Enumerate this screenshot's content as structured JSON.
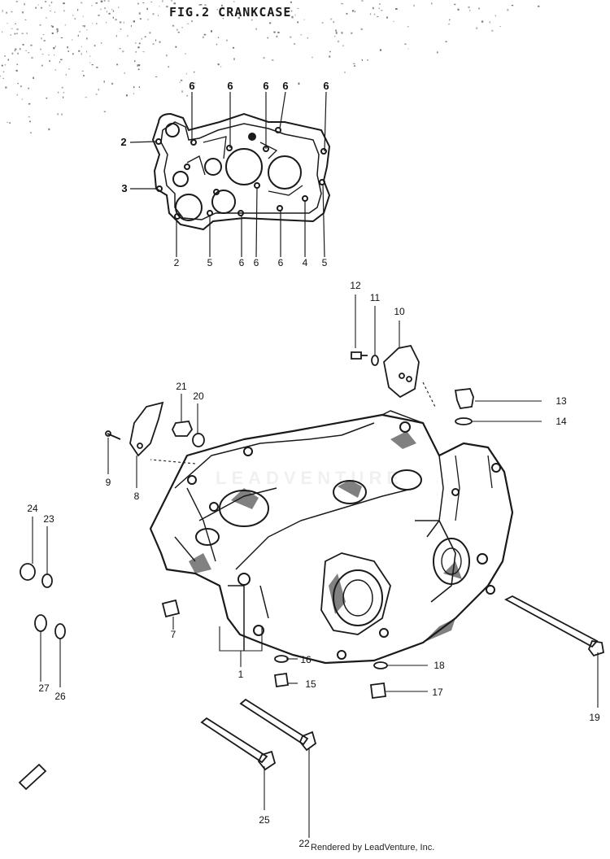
{
  "figure": {
    "title": "FIG.2  CRANKCASE",
    "credit": "Rendered by LeadVenture, Inc.",
    "watermark": "LEADVENTURE"
  },
  "gasket_callouts": {
    "top": [
      "6",
      "6",
      "6",
      "6",
      "6"
    ],
    "left_2": "2",
    "left_3": "3",
    "bottom": [
      "2",
      "5",
      "6",
      "6",
      "6",
      "4",
      "5"
    ]
  },
  "callouts": {
    "c1": "1",
    "c7": "7",
    "c8": "8",
    "c9": "9",
    "c10": "10",
    "c11": "11",
    "c12": "12",
    "c13": "13",
    "c14": "14",
    "c15": "15",
    "c16": "16",
    "c17": "17",
    "c18": "18",
    "c19": "19",
    "c20": "20",
    "c21": "21",
    "c22": "22",
    "c23": "23",
    "c24": "24",
    "c25": "25",
    "c26": "26",
    "c27": "27"
  },
  "colors": {
    "ink": "#1a1a1a",
    "paper": "#ffffff",
    "speckle": "#555555"
  }
}
